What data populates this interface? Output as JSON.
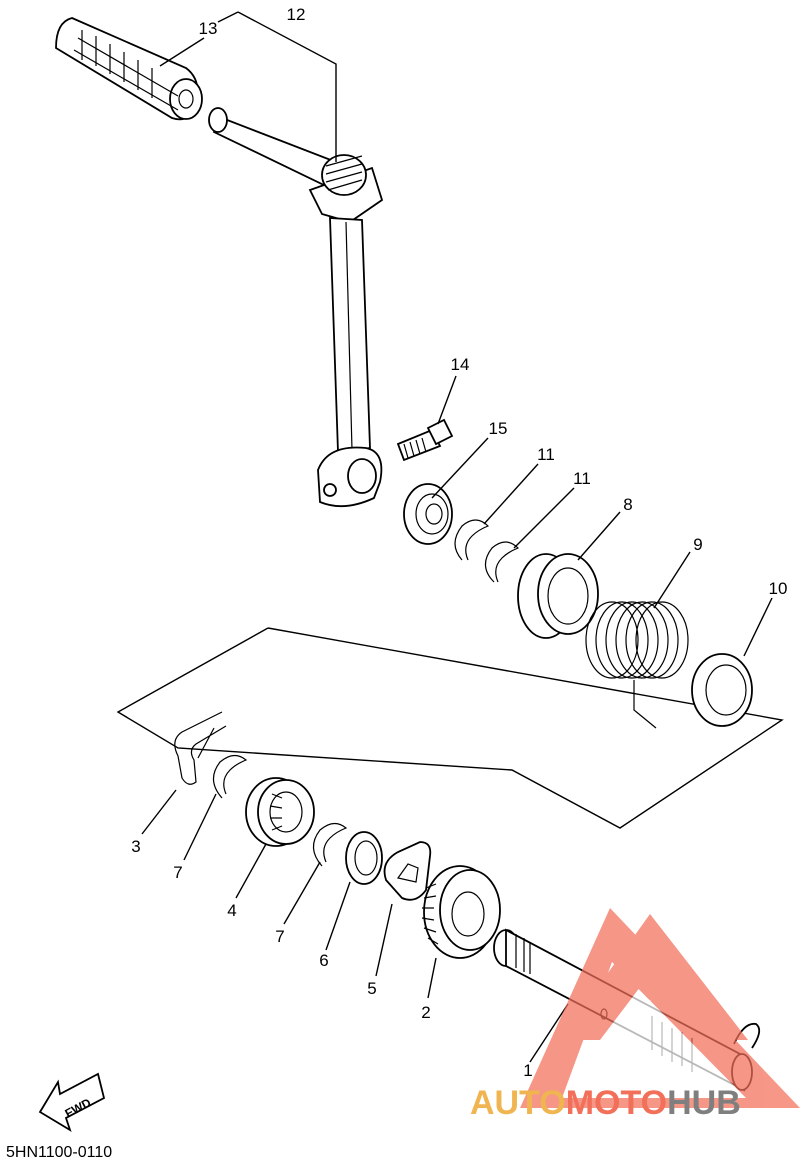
{
  "callouts": [
    "1",
    "2",
    "3",
    "4",
    "5",
    "6",
    "7",
    "7",
    "8",
    "9",
    "10",
    "11",
    "11",
    "12",
    "13",
    "14",
    "15"
  ],
  "diagram_code": "5HN1100-0110",
  "fwd_label": "FWD",
  "watermark": {
    "part1": "AUTO",
    "part2": "MOTO",
    "part3": "HUB",
    "color1": "#f0b550",
    "color2": "#f26f5a",
    "color3": "#7f7f7f"
  }
}
